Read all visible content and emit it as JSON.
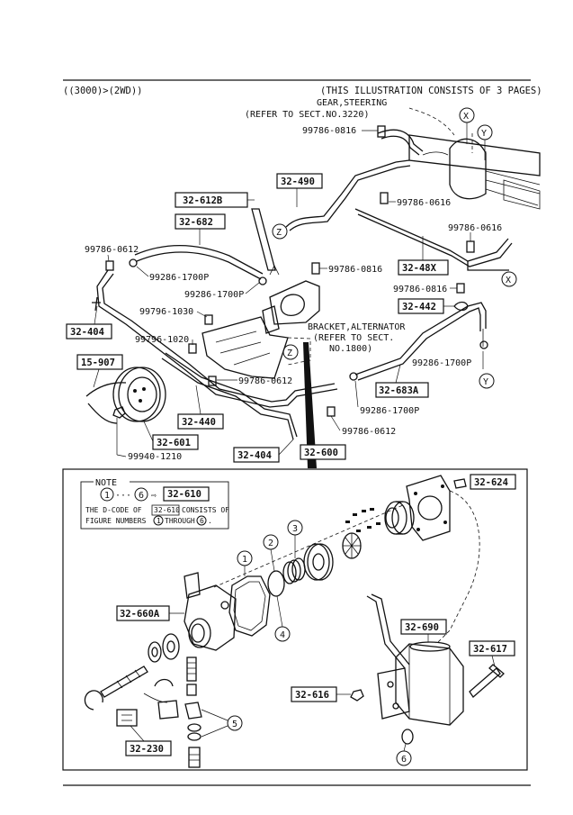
{
  "header": {
    "left": "((3000)>(2WD))",
    "right": "(THIS ILLUSTRATION CONSISTS OF  3 PAGES)"
  },
  "notes": {
    "gear_line1": "GEAR,STEERING",
    "gear_line2": "(REFER TO SECT.NO.3220)",
    "bracket_line1": "BRACKET,ALTERNATOR",
    "bracket_line2": "(REFER TO SECT.",
    "bracket_line3": "NO.1800)"
  },
  "refs": {
    "X": "X",
    "Y": "Y",
    "Z": "Z"
  },
  "callouts": {
    "b_32_612B": "32-612B",
    "b_32_682": "32-682",
    "b_32_490": "32-490",
    "b_32_48X": "32-48X",
    "b_32_442": "32-442",
    "b_32_404_left": "32-404",
    "b_15_907": "15-907",
    "b_32_683A": "32-683A",
    "b_32_440": "32-440",
    "b_32_601": "32-601",
    "b_32_404_bottom": "32-404",
    "b_32_600": "32-600",
    "b_32_624": "32-624",
    "b_32_610": "32-610",
    "b_32_660A": "32-660A",
    "b_32_690": "32-690",
    "b_32_617": "32-617",
    "b_32_616": "32-616",
    "b_32_230": "32-230"
  },
  "parts": {
    "p_99786_0816_top": "99786-0816",
    "p_99786_0616_a": "99786-0616",
    "p_99786_0616_b": "99786-0616",
    "p_99786_0612_left": "99786-0612",
    "p_99286_1700P_a": "99286-1700P",
    "p_99286_1700P_b": "99286-1700P",
    "p_99786_0816_mid": "99786-0816",
    "p_99786_0816_right": "99786-0816",
    "p_99796_1030": "99796-1030",
    "p_99796_1020": "99796-1020",
    "p_99786_0612_mid": "99786-0612",
    "p_99286_1700P_c": "99286-1700P",
    "p_99286_1700P_d": "99286-1700P",
    "p_99786_0612_bottom": "99786-0612",
    "p_99940_1210": "99940-1210"
  },
  "note_box": {
    "title": "NOTE",
    "range_from": "1",
    "range_dots": "···",
    "range_to": "6",
    "arrow": "⇨",
    "target": "32-610",
    "line1_a": "THE D-CODE OF",
    "line1_code": "32-610",
    "line1_b": "CONSISTS OF",
    "line2_a": "FIGURE NUMBERS",
    "line2_n1": "1",
    "line2_b": "THROUGH",
    "line2_n2": "6",
    "line2_end": "."
  },
  "figure_numbers": {
    "n1": "1",
    "n2": "2",
    "n3": "3",
    "n4": "4",
    "n5": "5",
    "n6": "6"
  }
}
